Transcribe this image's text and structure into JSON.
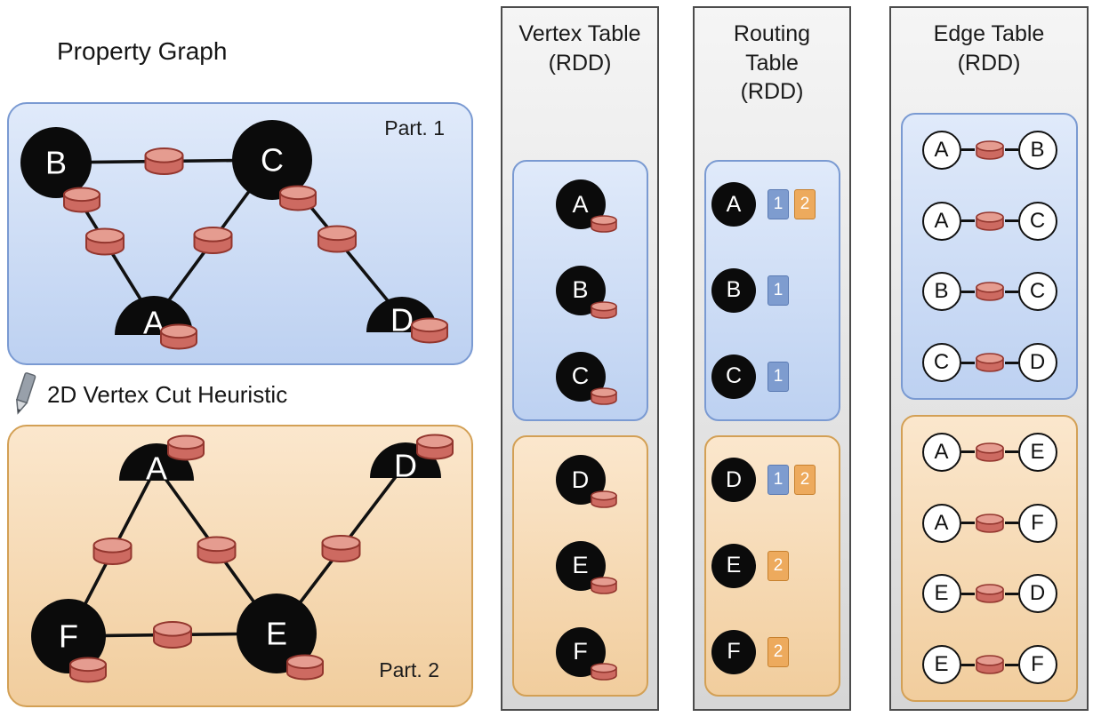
{
  "property_graph": {
    "title": "Property Graph",
    "cut_label": "2D Vertex Cut Heuristic",
    "part1": {
      "label": "Part. 1",
      "nodes": [
        {
          "id": "B",
          "shape": "full"
        },
        {
          "id": "C",
          "shape": "full"
        },
        {
          "id": "A",
          "shape": "half"
        },
        {
          "id": "D",
          "shape": "half"
        }
      ],
      "edges": [
        [
          "B",
          "C"
        ],
        [
          "B",
          "A"
        ],
        [
          "C",
          "A"
        ],
        [
          "C",
          "D"
        ]
      ]
    },
    "part2": {
      "label": "Part. 2",
      "nodes": [
        {
          "id": "A",
          "shape": "half"
        },
        {
          "id": "D",
          "shape": "half"
        },
        {
          "id": "F",
          "shape": "full"
        },
        {
          "id": "E",
          "shape": "full"
        }
      ],
      "edges": [
        [
          "A",
          "F"
        ],
        [
          "A",
          "E"
        ],
        [
          "F",
          "E"
        ],
        [
          "E",
          "D"
        ]
      ]
    }
  },
  "vertex_table": {
    "title_lines": [
      "Vertex Table",
      "(RDD)"
    ],
    "part1_vertices": [
      "A",
      "B",
      "C"
    ],
    "part2_vertices": [
      "D",
      "E",
      "F"
    ]
  },
  "routing_table": {
    "title_lines": [
      "Routing",
      "Table",
      "(RDD)"
    ],
    "part1_rows": [
      {
        "vertex": "A",
        "partitions": [
          1,
          2
        ]
      },
      {
        "vertex": "B",
        "partitions": [
          1
        ]
      },
      {
        "vertex": "C",
        "partitions": [
          1
        ]
      }
    ],
    "part2_rows": [
      {
        "vertex": "D",
        "partitions": [
          1,
          2
        ]
      },
      {
        "vertex": "E",
        "partitions": [
          2
        ]
      },
      {
        "vertex": "F",
        "partitions": [
          2
        ]
      }
    ]
  },
  "edge_table": {
    "title_lines": [
      "Edge Table",
      "(RDD)"
    ],
    "part1_edges": [
      [
        "A",
        "B"
      ],
      [
        "A",
        "C"
      ],
      [
        "B",
        "C"
      ],
      [
        "C",
        "D"
      ]
    ],
    "part2_edges": [
      [
        "A",
        "E"
      ],
      [
        "A",
        "F"
      ],
      [
        "E",
        "D"
      ],
      [
        "E",
        "F"
      ]
    ]
  },
  "colors": {
    "partition1_fill_top": "#e0eafa",
    "partition1_fill_bottom": "#bdd1f1",
    "partition1_border": "#7a9ad2",
    "partition2_fill_top": "#fbe7cd",
    "partition2_fill_bottom": "#f1cd9d",
    "partition2_border": "#d3a055",
    "column_fill_top": "#f5f5f5",
    "column_fill_bottom": "#d6d6d6",
    "column_border": "#4c4c4c",
    "node_fill": "#0b0b0b",
    "edge_stroke": "#111111",
    "cylinder_body": "#cd6a61",
    "cylinder_top": "#e59c90",
    "cylinder_border": "#93362e",
    "routing_partition1_chip": "#7e9ccf",
    "routing_partition1_chip_border": "#5a7ab3",
    "routing_partition2_chip": "#edaa5d",
    "routing_partition2_chip_border": "#c6802e",
    "text_color": "#161616"
  }
}
